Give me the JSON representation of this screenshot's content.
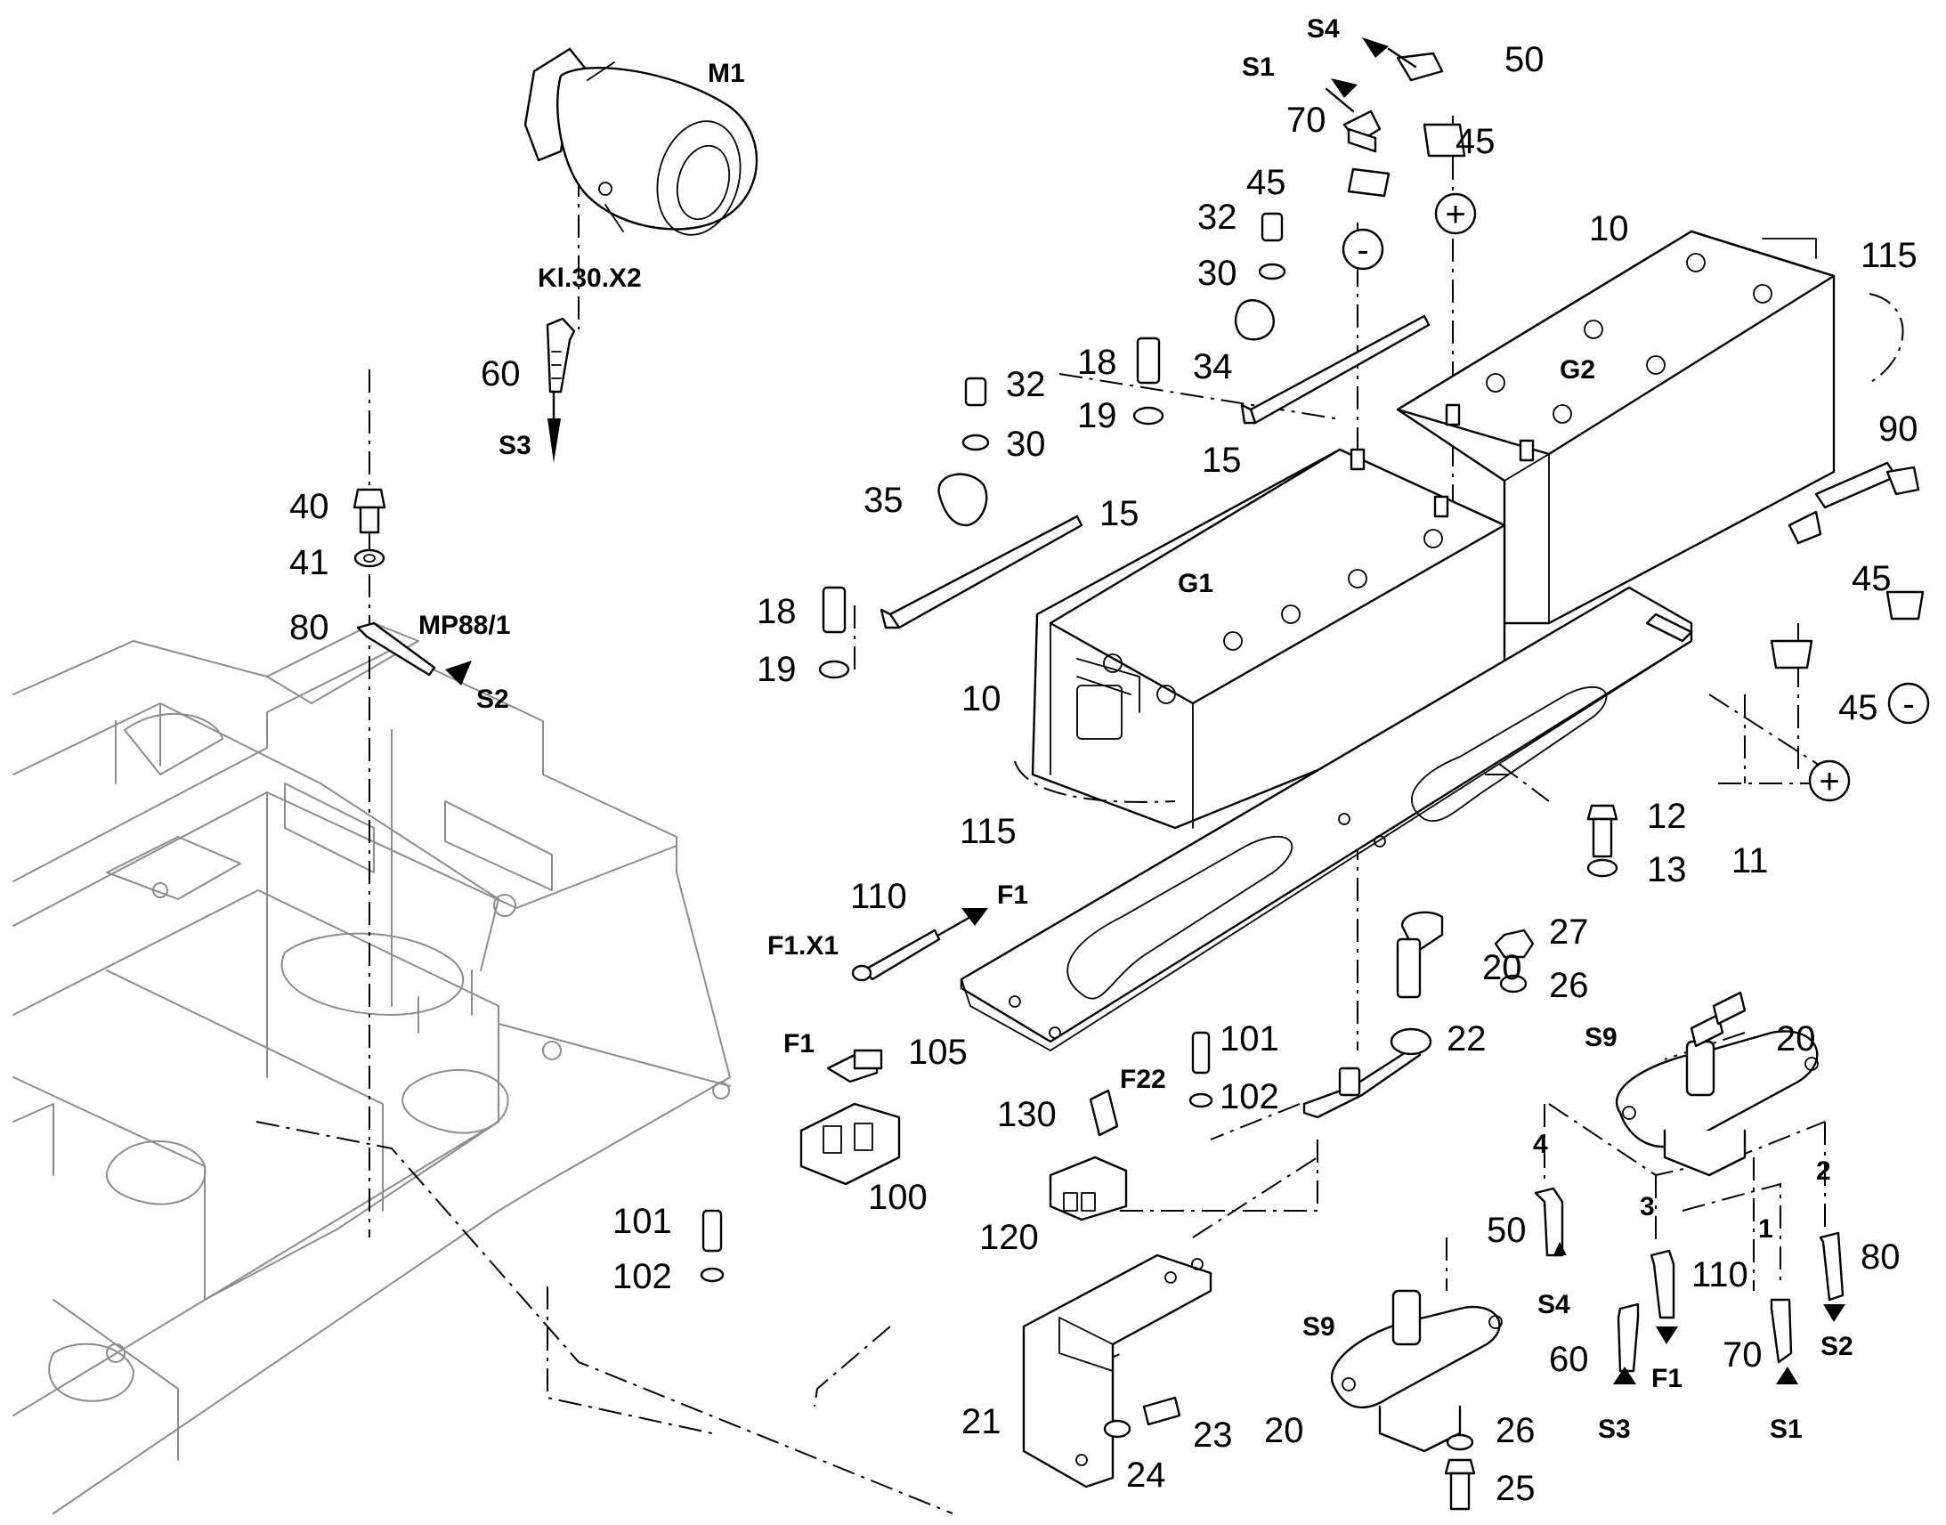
{
  "callouts": {
    "n10a": "10",
    "n10b": "10",
    "n11": "11",
    "n12": "12",
    "n13": "13",
    "n15a": "15",
    "n15b": "15",
    "n18a": "18",
    "n18b": "18",
    "n19a": "19",
    "n19b": "19",
    "n20a": "20",
    "n20b": "20",
    "n20c": "20",
    "n21": "21",
    "n22": "22",
    "n23": "23",
    "n24": "24",
    "n25": "25",
    "n26a": "26",
    "n26b": "26",
    "n27": "27",
    "n30a": "30",
    "n30b": "30",
    "n32a": "32",
    "n32b": "32",
    "n34": "34",
    "n35": "35",
    "n40": "40",
    "n41": "41",
    "n45a": "45",
    "n45b": "45",
    "n45c": "45",
    "n45d": "45",
    "n50a": "50",
    "n50b": "50",
    "n60a": "60",
    "n60b": "60",
    "n70a": "70",
    "n70b": "70",
    "n80a": "80",
    "n80b": "80",
    "n90": "90",
    "n100": "100",
    "n101a": "101",
    "n101b": "101",
    "n102a": "102",
    "n102b": "102",
    "n105": "105",
    "n110a": "110",
    "n110b": "110",
    "n115a": "115",
    "n115b": "115",
    "n120": "120",
    "n130": "130"
  },
  "labels": {
    "m1": "M1",
    "kl30x2": "Kl.30.X2",
    "mp88": "MP88/1",
    "g1": "G1",
    "g2": "G2",
    "f1x1": "F1.X1",
    "f1_top": "F1",
    "f1_fuse": "F1",
    "f1_bottom": "F1",
    "f22": "F22",
    "s9a": "S9",
    "s9b": "S9",
    "s1_top": "S1",
    "s4_top": "S4",
    "s3_top": "S3",
    "s2_mid": "S2",
    "s4_bottom": "S4",
    "s3_bottom": "S3",
    "s1_bottom": "S1",
    "s2_bottom": "S2"
  },
  "terminals": {
    "t1": "1",
    "t2": "2",
    "t3": "3",
    "t4": "4"
  },
  "polarity": {
    "minus_top": "-",
    "plus_top": "+",
    "minus_right": "-",
    "plus_right": "+"
  }
}
